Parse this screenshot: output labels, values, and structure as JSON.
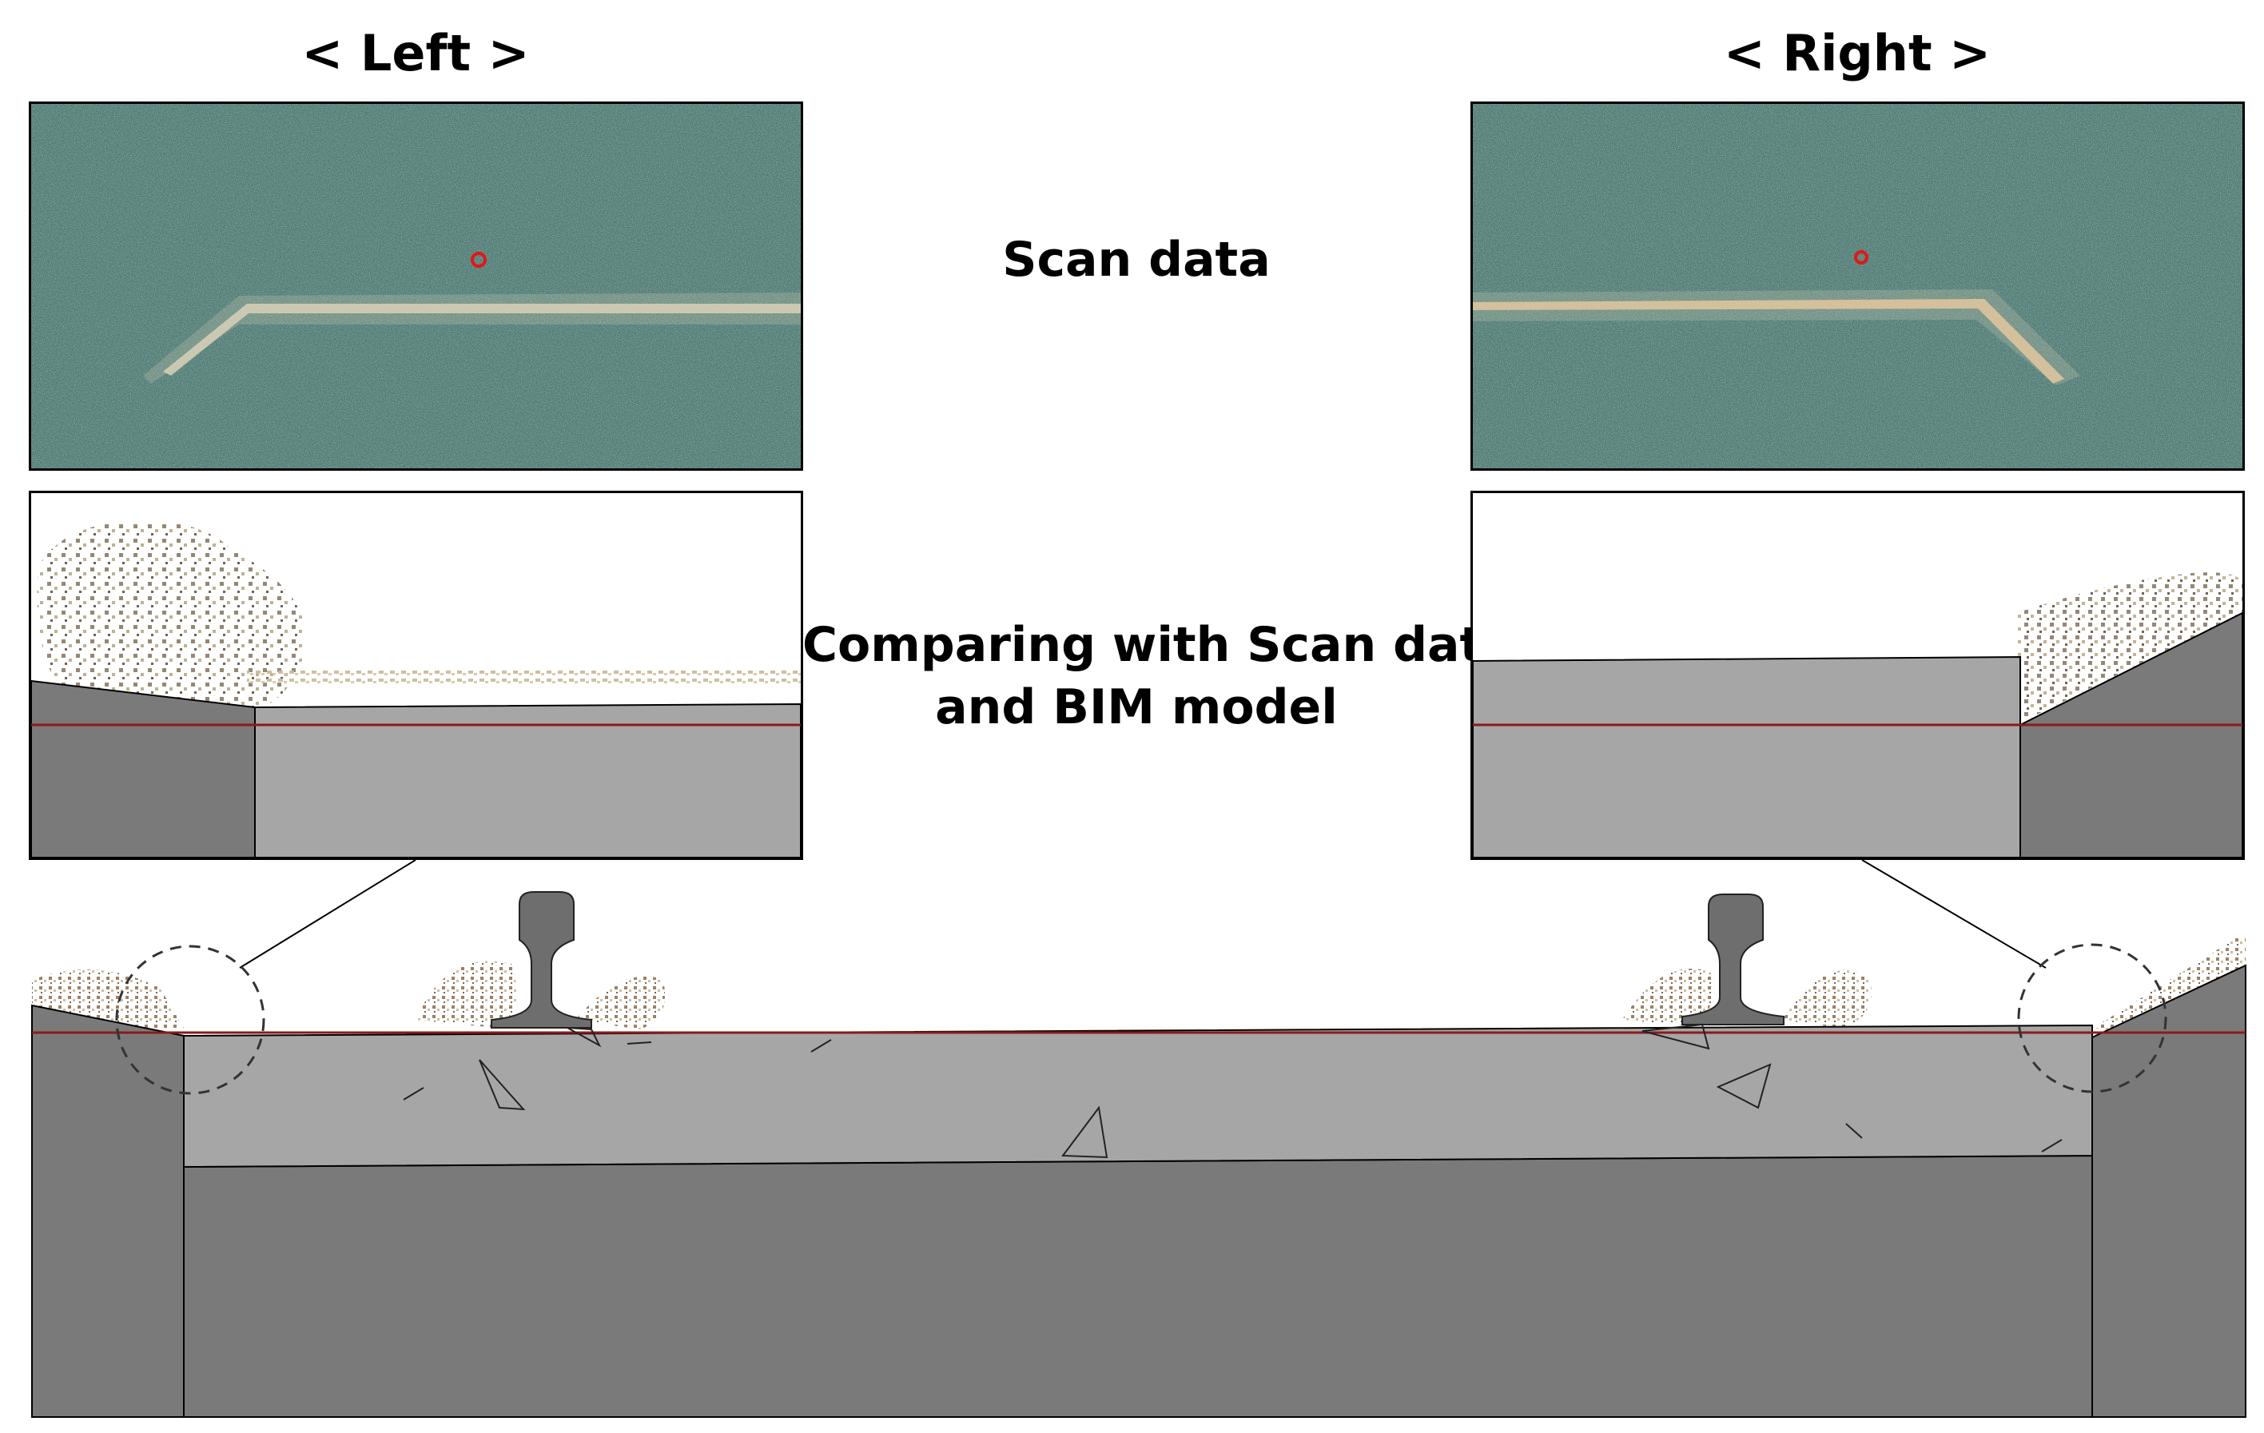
{
  "titles": {
    "left": "< Left >",
    "right": "< Right >"
  },
  "labels": {
    "scan": "Scan data",
    "compare_line1": "Comparing with Scan data",
    "compare_line2": "and BIM model"
  },
  "colors": {
    "scan_background": "#4f7c76",
    "scan_points": "#d8cfb8",
    "marker": "#e01818",
    "bim_light": "#a6a6a6",
    "bim_dark": "#7a7a7a",
    "reference_line": "#8b1a1a",
    "rail": "#6e6e6e"
  }
}
